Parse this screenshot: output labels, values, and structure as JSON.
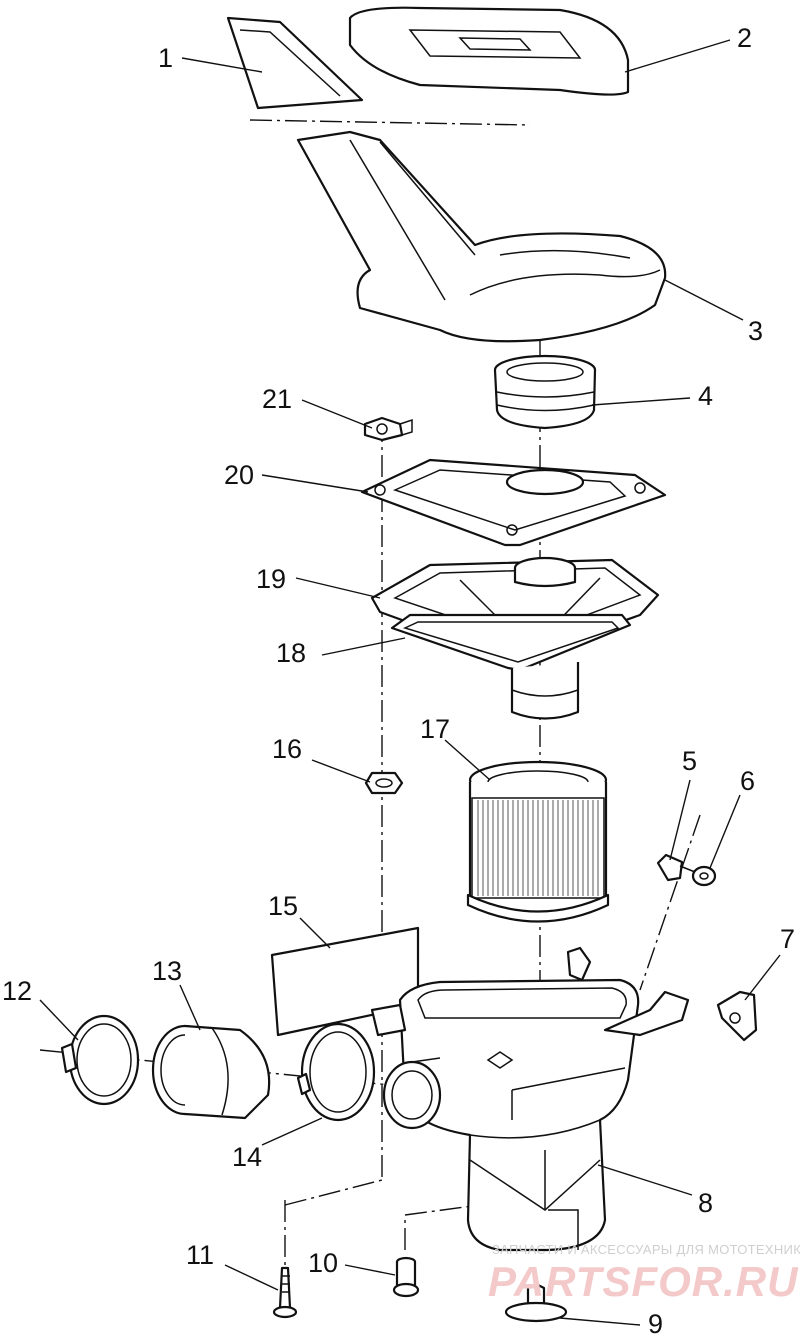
{
  "diagram": {
    "callouts": [
      {
        "id": "1",
        "label": "1"
      },
      {
        "id": "2",
        "label": "2"
      },
      {
        "id": "3",
        "label": "3"
      },
      {
        "id": "4",
        "label": "4"
      },
      {
        "id": "5",
        "label": "5"
      },
      {
        "id": "6",
        "label": "6"
      },
      {
        "id": "7",
        "label": "7"
      },
      {
        "id": "8",
        "label": "8"
      },
      {
        "id": "9",
        "label": "9"
      },
      {
        "id": "10",
        "label": "10"
      },
      {
        "id": "11",
        "label": "11"
      },
      {
        "id": "12",
        "label": "12"
      },
      {
        "id": "13",
        "label": "13"
      },
      {
        "id": "14",
        "label": "14"
      },
      {
        "id": "15",
        "label": "15"
      },
      {
        "id": "16",
        "label": "16"
      },
      {
        "id": "17",
        "label": "17"
      },
      {
        "id": "18",
        "label": "18"
      },
      {
        "id": "19",
        "label": "19"
      },
      {
        "id": "20",
        "label": "20"
      },
      {
        "id": "21",
        "label": "21"
      }
    ]
  },
  "watermark": {
    "tagline": "ЗАПЧАСТИ И АКСЕССУАРЫ ДЛЯ МОТОТЕХНИКИ",
    "brand": "PARTSFOR.RU"
  }
}
